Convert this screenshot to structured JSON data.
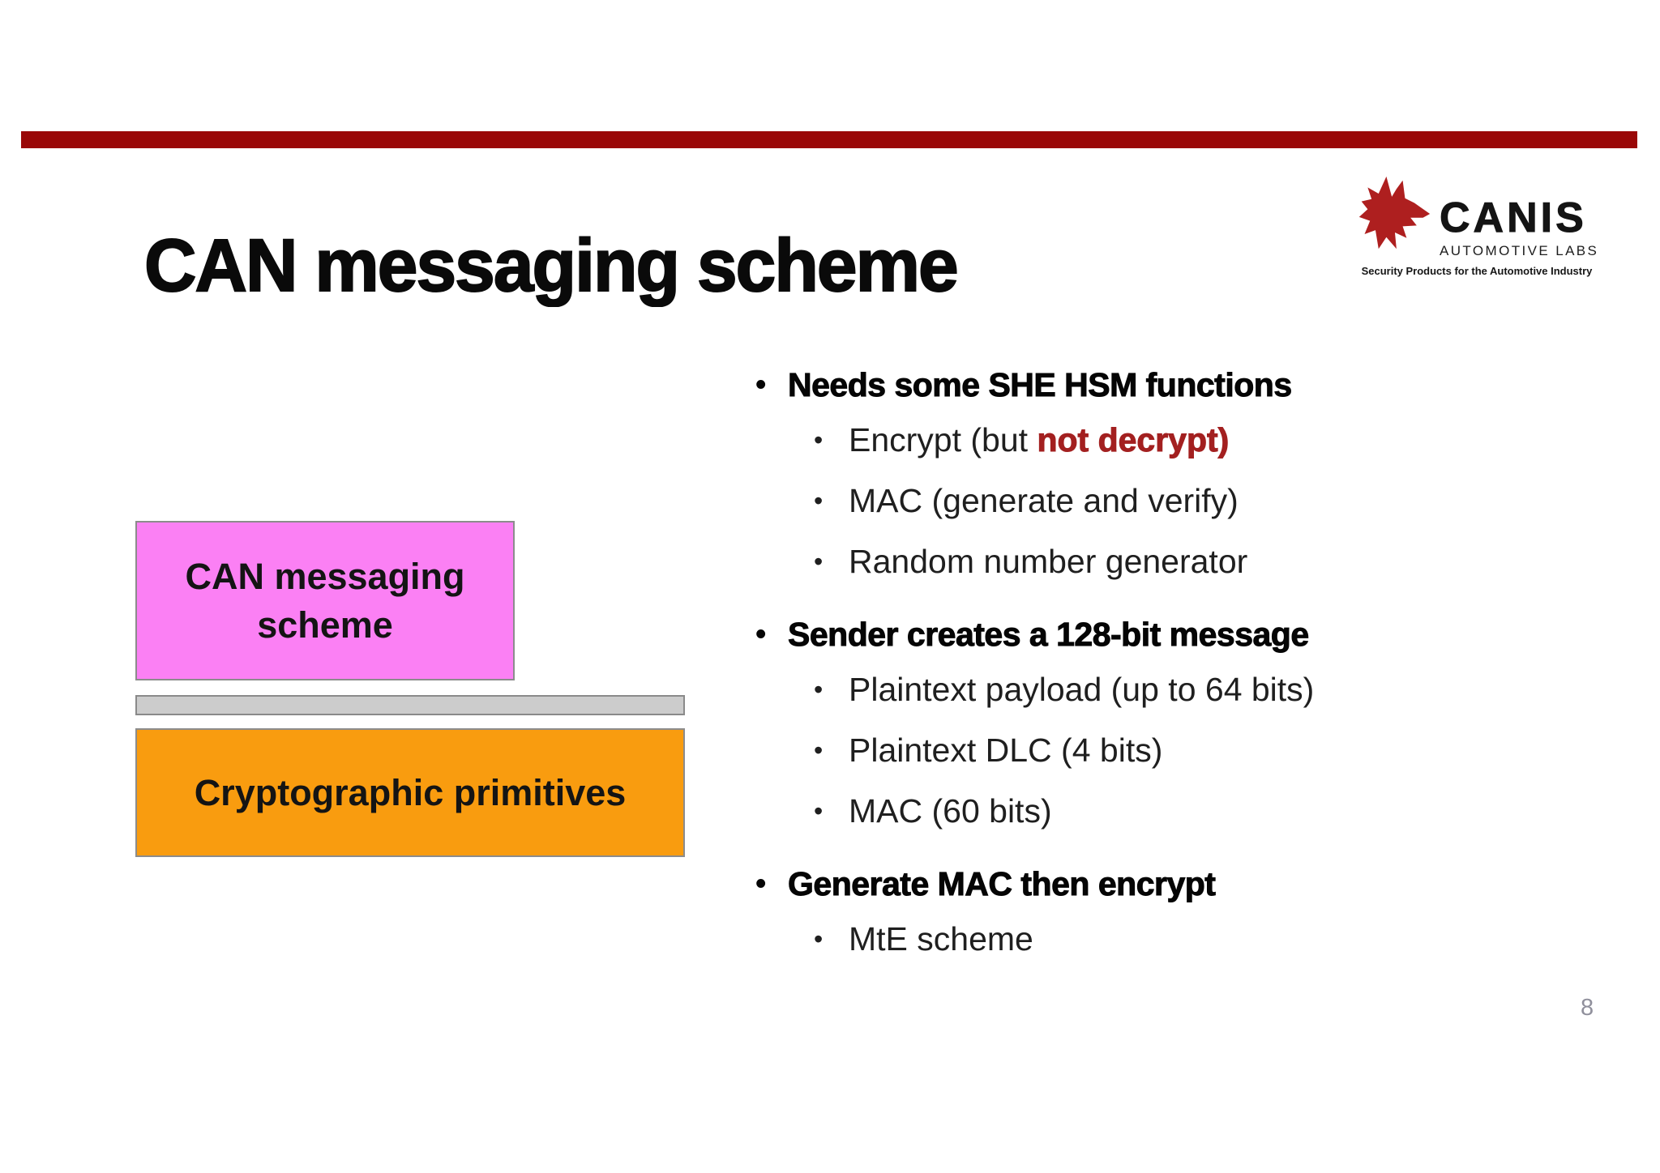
{
  "slide": {
    "title": "CAN messaging scheme",
    "page_number": "8",
    "colors": {
      "accent_bar": "#9A0808",
      "highlight_red": "#A32020"
    }
  },
  "logo": {
    "brand": "CANIS",
    "division": "AUTOMOTIVE LABS",
    "tagline": "Security Products for the Automotive Industry",
    "mark": "wolf-head-icon",
    "mark_color": "#AE1F1F"
  },
  "stack_diagram": {
    "top_box": {
      "label": "CAN messaging scheme",
      "fill": "#FB80F4"
    },
    "connector": {
      "fill": "#CCCCCC"
    },
    "bottom_box": {
      "label": "Cryptographic primitives",
      "fill": "#F99C0F"
    }
  },
  "bullets": [
    {
      "level": 1,
      "segments": [
        {
          "text": "Needs some SHE HSM functions"
        }
      ]
    },
    {
      "level": 2,
      "segments": [
        {
          "text": "Encrypt (but "
        },
        {
          "text": "not decrypt)",
          "bold": true,
          "color": "#A32020"
        }
      ]
    },
    {
      "level": 2,
      "segments": [
        {
          "text": "MAC (generate and verify)"
        }
      ]
    },
    {
      "level": 2,
      "segments": [
        {
          "text": "Random number generator"
        }
      ]
    },
    {
      "level": 1,
      "segments": [
        {
          "text": "Sender creates a 128-bit message"
        }
      ]
    },
    {
      "level": 2,
      "segments": [
        {
          "text": "Plaintext payload (up to 64 bits)"
        }
      ]
    },
    {
      "level": 2,
      "segments": [
        {
          "text": "Plaintext DLC (4 bits)"
        }
      ]
    },
    {
      "level": 2,
      "segments": [
        {
          "text": "MAC (60 bits)"
        }
      ]
    },
    {
      "level": 1,
      "segments": [
        {
          "text": "Generate MAC then encrypt"
        }
      ]
    },
    {
      "level": 2,
      "segments": [
        {
          "text": "MtE scheme"
        }
      ]
    }
  ]
}
